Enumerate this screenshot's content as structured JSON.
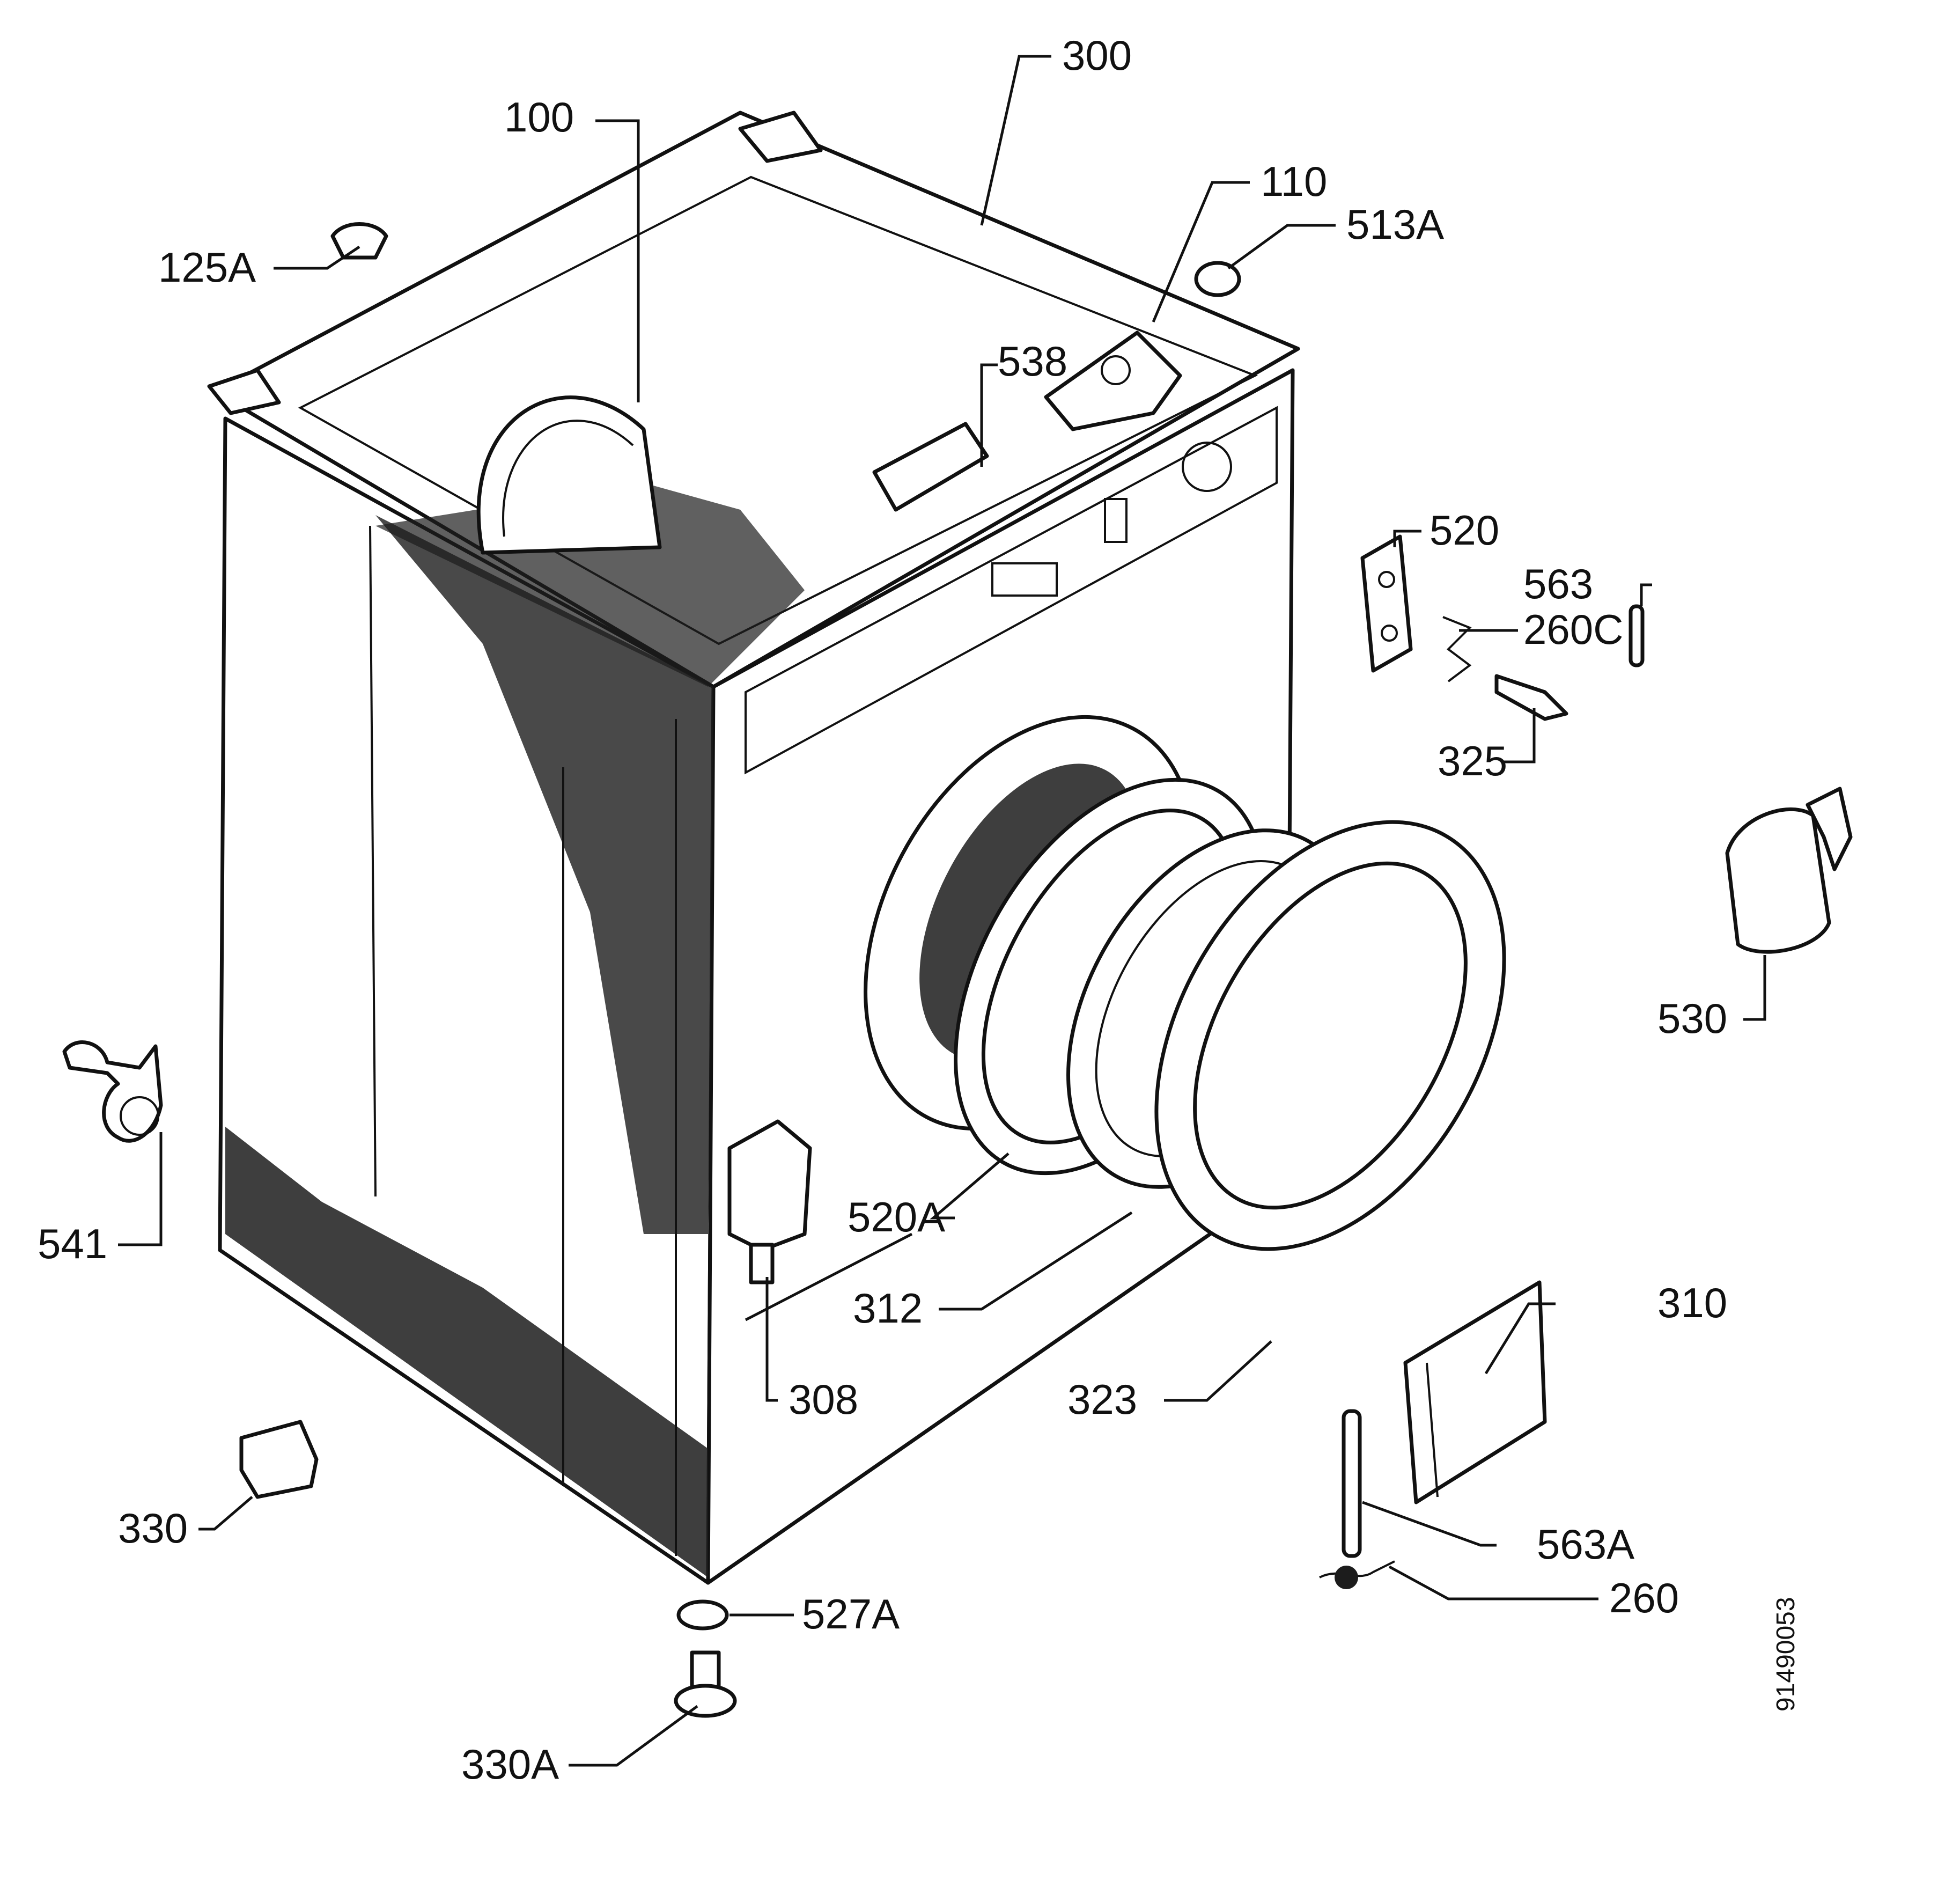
{
  "figure_number": "91490053",
  "callouts": [
    {
      "id": "c100",
      "text": "100"
    },
    {
      "id": "c300",
      "text": "300"
    },
    {
      "id": "c110",
      "text": "110"
    },
    {
      "id": "c513A",
      "text": "513A"
    },
    {
      "id": "c125A",
      "text": "125A"
    },
    {
      "id": "c538",
      "text": "538"
    },
    {
      "id": "c520",
      "text": "520"
    },
    {
      "id": "c563",
      "text": "563"
    },
    {
      "id": "c260C",
      "text": "260C"
    },
    {
      "id": "c325",
      "text": "325"
    },
    {
      "id": "c530",
      "text": "530"
    },
    {
      "id": "c541",
      "text": "541"
    },
    {
      "id": "c520A",
      "text": "520A"
    },
    {
      "id": "c312",
      "text": "312"
    },
    {
      "id": "c308",
      "text": "308"
    },
    {
      "id": "c323",
      "text": "323"
    },
    {
      "id": "c310",
      "text": "310"
    },
    {
      "id": "c563A",
      "text": "563A"
    },
    {
      "id": "c260",
      "text": "260"
    },
    {
      "id": "c330",
      "text": "330"
    },
    {
      "id": "c527A",
      "text": "527A"
    },
    {
      "id": "c330A",
      "text": "330A"
    }
  ]
}
